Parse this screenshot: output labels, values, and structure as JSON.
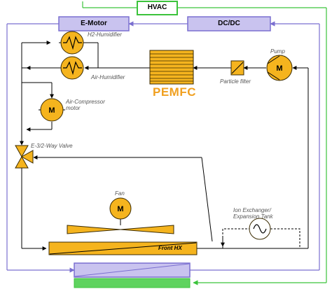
{
  "blocks": {
    "hvac": "HVAC",
    "e_motor": "E-Motor",
    "dc_dc": "DC/DC",
    "pemfc": "PEMFC"
  },
  "components": {
    "h2_humidifier": "H2-Humidifier",
    "air_humidifier": "Air-Humidifier",
    "air_compressor": "Air-Compressor\nmotor",
    "particle_filter": "Particle filter",
    "pump": "Pump",
    "valve": "E-3/2-Way Valve",
    "fan": "Fan",
    "ion_exchanger": "Ion Exchanger/\nExpansion Tank",
    "front_hx": "Front HX"
  },
  "motor_symbol": "M",
  "colors": {
    "component_fill": "#f5b41e",
    "component_stroke": "#3a2a00",
    "pemfc_text": "#f0a020",
    "block_fill": "#c9c3ef",
    "block_stroke": "#7a6fd0",
    "electric_line": "#7a6fd0",
    "hvac_line": "#3bc33b",
    "coolant_line": "#000000"
  },
  "icons": {
    "humidifier": "heat-exchanger-symbol",
    "motor": "motor-symbol",
    "pump": "pump-symbol",
    "particle_filter": "filter-symbol",
    "valve": "three-way-valve-symbol",
    "fan": "fan-blades-symbol",
    "ion_exchanger": "sine-wave-symbol"
  }
}
